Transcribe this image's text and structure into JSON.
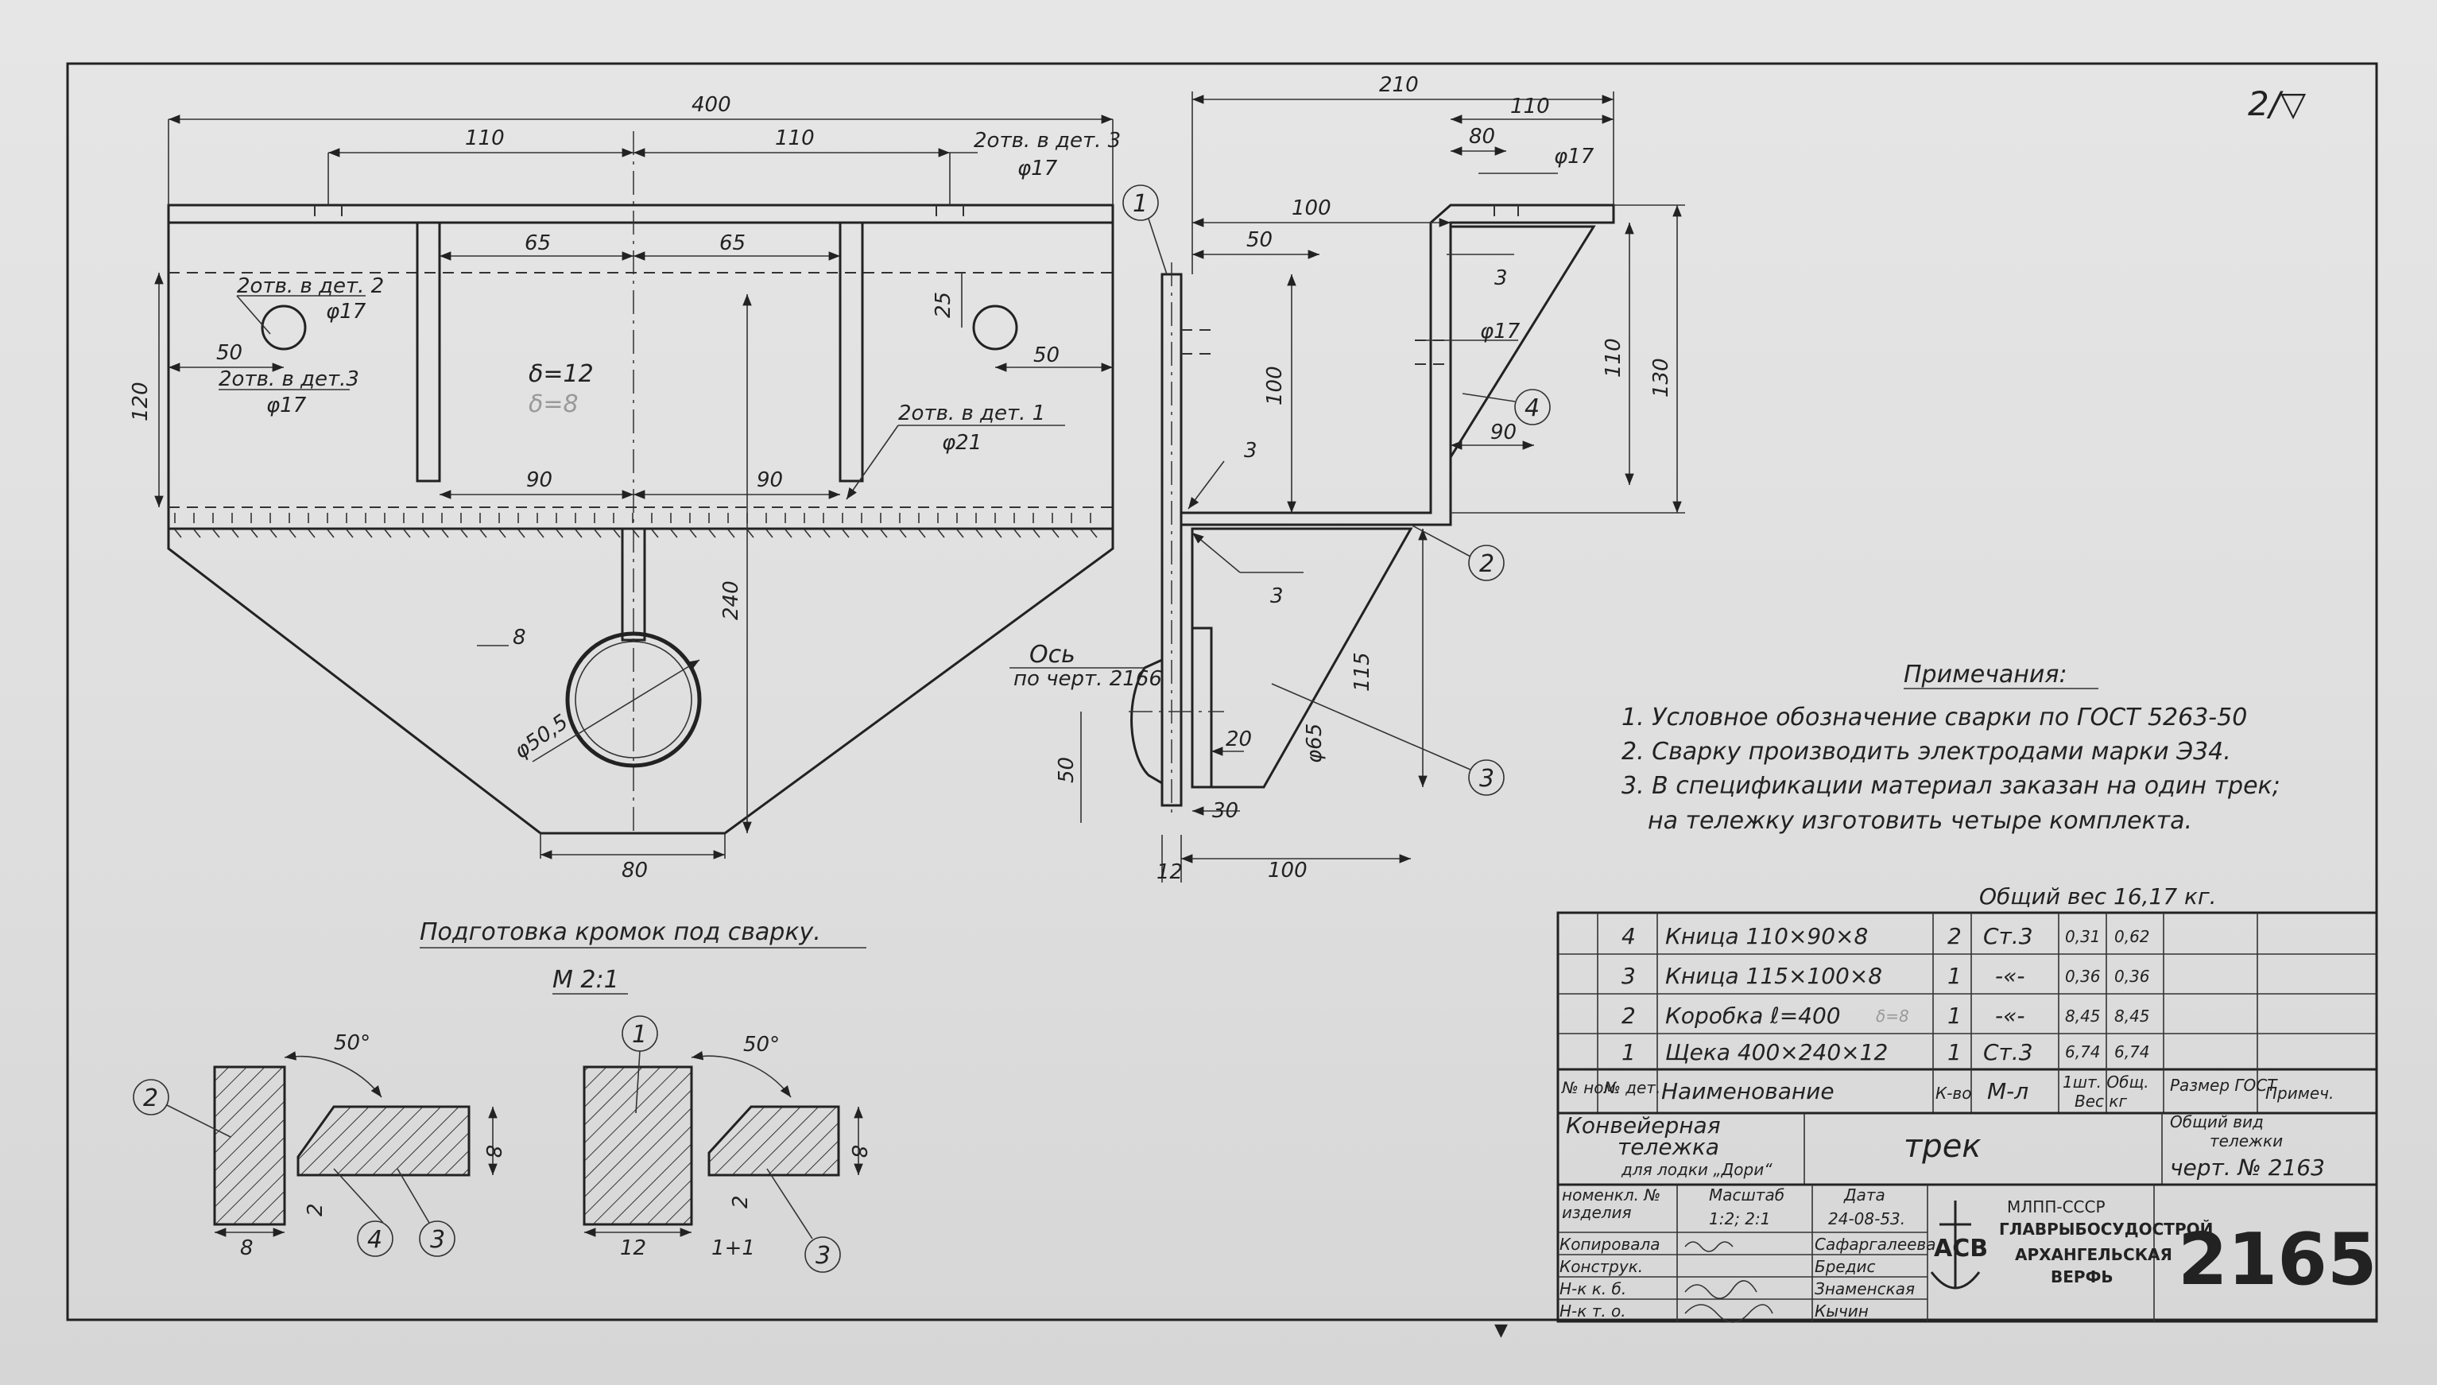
{
  "sheet": {
    "corner_mark": "2/▽",
    "bottom_mark": "▼"
  },
  "front_view": {
    "dims": {
      "overall_width": "400",
      "left_span": "110",
      "right_span": "110",
      "web_left": "65",
      "web_right": "65",
      "height": "120",
      "hole_offset": "50",
      "hole_offset_right": "50",
      "hole_vertical": "25",
      "lower_left": "90",
      "lower_right": "90",
      "drop": "240",
      "bottom_width": "80",
      "tube_dia": "φ50,5",
      "tube_label": "8",
      "thickness_main": "δ=12",
      "thickness_faded": "δ=8"
    },
    "callouts": {
      "hole_det3_top_a": "2отв. в дет. 3",
      "hole_det3_top_b": "φ17",
      "hole_det2_a": "2отв. в дет. 2",
      "hole_det2_b": "φ17",
      "hole_det3_left_a": "2отв. в дет.3",
      "hole_det3_left_b": "φ17",
      "hole_det1_a": "2отв. в дет. 1",
      "hole_det1_b": "φ21"
    }
  },
  "side_view": {
    "dims": {
      "top_width": "210",
      "d110": "110",
      "d80": "80",
      "phi17_top": "φ17",
      "d100": "100",
      "d50": "50",
      "phi17_mid": "φ17",
      "h100": "100",
      "h110": "110",
      "h130": "130",
      "d90": "90",
      "weld3_top": "3",
      "weld3_mid": "3",
      "weld3_low": "3",
      "d115": "115",
      "phi65": "φ65",
      "d20": "20",
      "d30": "30",
      "h50": "50",
      "plate12": "12",
      "bottom100": "100"
    },
    "axle_a": "Ось",
    "axle_b": "по черт. 2166",
    "balloons": [
      "1",
      "2",
      "3",
      "4"
    ]
  },
  "notes": {
    "title": "Примечания:",
    "items": [
      "1. Условное обозначение сварки по ГОСТ 5263-50",
      "2. Сварку производить электродами марки Э34.",
      "3. В спецификации материал заказан на один трек;",
      "на тележку изготовить четыре комплекта."
    ]
  },
  "weld_prep": {
    "title": "Подготовка кромок под сварку.",
    "scale": "М 2:1",
    "left": {
      "angle": "50°",
      "d8": "8",
      "d2": "2",
      "base": "8",
      "balloons": [
        "2",
        "4",
        "3"
      ]
    },
    "right": {
      "angle": "50°",
      "d8": "8",
      "d2": "2",
      "base": "12",
      "gap": "1+1",
      "balloons": [
        "1",
        "3"
      ]
    }
  },
  "spec": {
    "total_weight": "Общий вес 16,17 кг.",
    "rows": [
      {
        "pos": "4",
        "name": "Кница 110×90×8",
        "qty": "2",
        "mat": "Ст.3",
        "w1": "0,31",
        "w2": "0,62"
      },
      {
        "pos": "3",
        "name": "Кница 115×100×8",
        "qty": "1",
        "mat": "-«-",
        "w1": "0,36",
        "w2": "0,36"
      },
      {
        "pos": "2",
        "name": "Коробка ℓ=400",
        "qty": "1",
        "mat": "-«-",
        "w1": "8,45",
        "w2": "8,45",
        "extra": "δ=8"
      },
      {
        "pos": "1",
        "name": "Щека 400×240×12",
        "qty": "1",
        "mat": "Ст.3",
        "w1": "6,74",
        "w2": "6,74"
      }
    ],
    "header": {
      "nom": "№ ном.",
      "det": "№ дет.",
      "name": "Наименование",
      "qty": "К-во",
      "mat": "М-л",
      "weight_a": "1шт. Общ.",
      "weight_b": "Вес кг",
      "size": "Размер ГОСТ",
      "note": "Примеч."
    }
  },
  "title_block": {
    "product_a": "Конвейерная",
    "product_b": "тележка",
    "product_c": "для лодки „Дори“",
    "part": "трек",
    "general_a": "Общий вид",
    "general_b": "тележки",
    "general_c": "черт. № 2163",
    "nom_label_a": "номенкл. №",
    "nom_label_b": "изделия",
    "scale_label": "Масштаб",
    "scale_value": "1:2; 2:1",
    "date_label": "Дата",
    "date_value": "24-08-53.",
    "roles": [
      "Копировала",
      "Конструк.",
      "Н-к к. б.",
      "Н-к т. о."
    ],
    "names": [
      "Сафаргалеева",
      "Бредис",
      "Знаменская",
      "Кычин"
    ],
    "org": [
      "МЛПП-СССР",
      "ГЛАВРЫБОСУДОСТРОЙ",
      "АРХАНГЕЛЬСКАЯ",
      "ВЕРФЬ"
    ],
    "logo": "АСВ",
    "drawing_no": "2165"
  }
}
